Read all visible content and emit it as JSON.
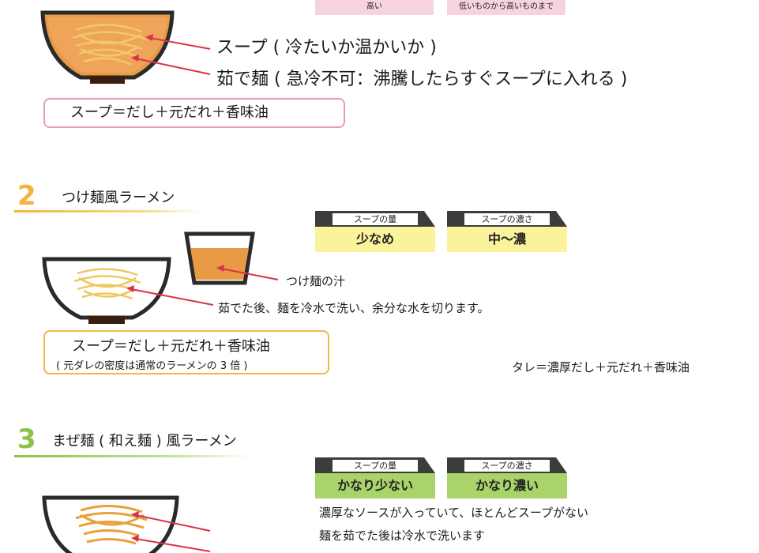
{
  "top_tags": [
    "高い",
    "低いものから高いものまで"
  ],
  "section1": {
    "label_soup": "スープ ( 冷たいか温かいか )",
    "label_noodle": "茹で麺 ( 急冷不可：沸騰したらすぐスープに入れる )",
    "formula": "スープ＝だし＋元だれ＋香味油"
  },
  "section2": {
    "number": "2",
    "title": "つけ麺風ラーメン",
    "badges": [
      {
        "header": "スープの量",
        "value": "少なめ"
      },
      {
        "header": "スープの濃さ",
        "value": "中〜濃"
      }
    ],
    "label_dip": "つけ麺の汁",
    "label_noodle": "茹でた後、麺を冷水で洗い、余分な水を切ります。",
    "formula_line1": "スープ＝だし＋元だれ＋香味油",
    "formula_line2": "( 元ダレの密度は通常のラーメンの 3 倍 )",
    "tare": "タレ＝濃厚だし＋元だれ＋香味油"
  },
  "section3": {
    "number": "3",
    "title": "まぜ麺 ( 和え麺 ) 風ラーメン",
    "badges": [
      {
        "header": "スープの量",
        "value": "かなり少ない"
      },
      {
        "header": "スープの濃さ",
        "value": "かなり濃い"
      }
    ],
    "desc1": "濃厚なソースが入っていて、ほとんどスープがない",
    "desc2": "麺を茹でた後は冷水で洗います"
  },
  "colors": {
    "number": "#f3b53f",
    "number3": "#8cc34a",
    "arrow": "#d9334b",
    "soup_orange": "#e89a45",
    "noodle": "#f0c860",
    "bowl_base": "#3a1e10"
  }
}
